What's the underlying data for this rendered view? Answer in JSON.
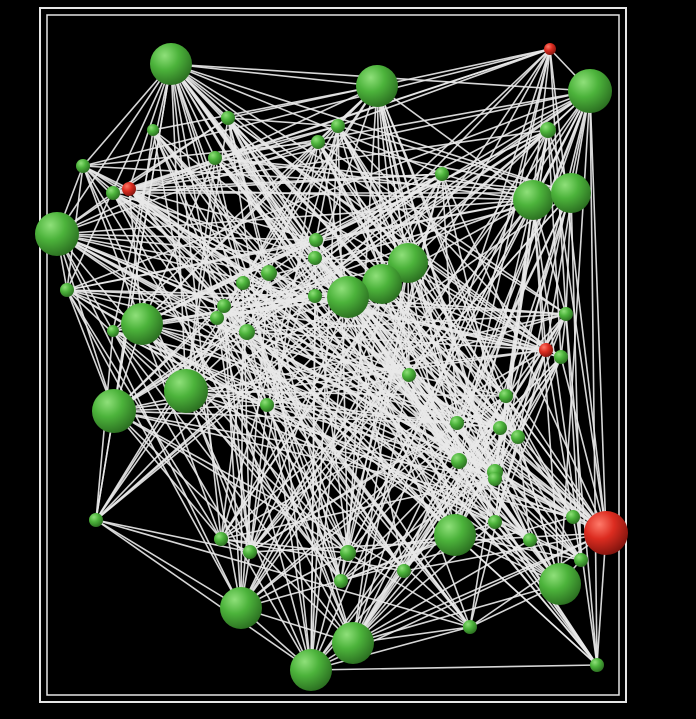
{
  "colors": {
    "background": "#000000",
    "frame": "#e6e6e6",
    "edge": "#e8e8e8",
    "node_green": "#49ad38",
    "node_red": "#d92a1f"
  },
  "graph": {
    "nodes": [
      {
        "id": 0,
        "type": "green",
        "size": "large"
      },
      {
        "id": 1,
        "type": "green",
        "size": "large"
      },
      {
        "id": 2,
        "type": "red",
        "size": "small"
      },
      {
        "id": 3,
        "type": "green",
        "size": "large"
      },
      {
        "id": 4,
        "type": "green",
        "size": "small"
      },
      {
        "id": 5,
        "type": "green",
        "size": "small"
      },
      {
        "id": 6,
        "type": "green",
        "size": "small"
      },
      {
        "id": 7,
        "type": "green",
        "size": "small"
      },
      {
        "id": 8,
        "type": "green",
        "size": "small"
      },
      {
        "id": 9,
        "type": "red",
        "size": "small"
      },
      {
        "id": 10,
        "type": "green",
        "size": "small"
      },
      {
        "id": 11,
        "type": "green",
        "size": "small"
      },
      {
        "id": 12,
        "type": "green",
        "size": "small"
      },
      {
        "id": 13,
        "type": "green",
        "size": "large"
      },
      {
        "id": 14,
        "type": "green",
        "size": "large"
      },
      {
        "id": 15,
        "type": "green",
        "size": "large"
      },
      {
        "id": 16,
        "type": "green",
        "size": "small"
      },
      {
        "id": 17,
        "type": "green",
        "size": "small"
      },
      {
        "id": 18,
        "type": "green",
        "size": "small"
      },
      {
        "id": 19,
        "type": "green",
        "size": "small"
      },
      {
        "id": 20,
        "type": "green",
        "size": "small"
      },
      {
        "id": 21,
        "type": "green",
        "size": "large"
      },
      {
        "id": 22,
        "type": "green",
        "size": "large"
      },
      {
        "id": 23,
        "type": "green",
        "size": "large"
      },
      {
        "id": 24,
        "type": "green",
        "size": "large"
      },
      {
        "id": 25,
        "type": "green",
        "size": "small"
      },
      {
        "id": 26,
        "type": "green",
        "size": "small"
      },
      {
        "id": 27,
        "type": "green",
        "size": "small"
      },
      {
        "id": 28,
        "type": "red",
        "size": "small"
      },
      {
        "id": 29,
        "type": "green",
        "size": "small"
      },
      {
        "id": 30,
        "type": "green",
        "size": "large"
      },
      {
        "id": 31,
        "type": "green",
        "size": "large"
      },
      {
        "id": 32,
        "type": "green",
        "size": "small"
      },
      {
        "id": 33,
        "type": "green",
        "size": "small"
      },
      {
        "id": 34,
        "type": "green",
        "size": "small"
      },
      {
        "id": 35,
        "type": "green",
        "size": "small"
      },
      {
        "id": 36,
        "type": "green",
        "size": "small"
      },
      {
        "id": 37,
        "type": "green",
        "size": "small"
      },
      {
        "id": 38,
        "type": "green",
        "size": "small"
      },
      {
        "id": 39,
        "type": "green",
        "size": "small"
      },
      {
        "id": 40,
        "type": "green",
        "size": "small"
      },
      {
        "id": 41,
        "type": "green",
        "size": "large"
      },
      {
        "id": 42,
        "type": "red",
        "size": "large"
      },
      {
        "id": 43,
        "type": "green",
        "size": "small"
      },
      {
        "id": 44,
        "type": "green",
        "size": "small"
      },
      {
        "id": 45,
        "type": "green",
        "size": "small"
      },
      {
        "id": 46,
        "type": "green",
        "size": "small"
      },
      {
        "id": 47,
        "type": "green",
        "size": "small"
      },
      {
        "id": 48,
        "type": "green",
        "size": "large"
      },
      {
        "id": 49,
        "type": "green",
        "size": "small"
      },
      {
        "id": 50,
        "type": "green",
        "size": "large"
      },
      {
        "id": 51,
        "type": "green",
        "size": "large"
      },
      {
        "id": 52,
        "type": "green",
        "size": "small"
      },
      {
        "id": 53,
        "type": "green",
        "size": "large"
      },
      {
        "id": 54,
        "type": "green",
        "size": "small"
      },
      {
        "id": 55,
        "type": "green",
        "size": "small"
      },
      {
        "id": 56,
        "type": "green",
        "size": "small"
      },
      {
        "id": 57,
        "type": "green",
        "size": "small"
      },
      {
        "id": 58,
        "type": "green",
        "size": "small"
      },
      {
        "id": 59,
        "type": "green",
        "size": "small"
      },
      {
        "id": 60,
        "type": "green",
        "size": "small"
      },
      {
        "id": 61,
        "type": "green",
        "size": "small"
      },
      {
        "id": 62,
        "type": "green",
        "size": "small"
      }
    ]
  }
}
